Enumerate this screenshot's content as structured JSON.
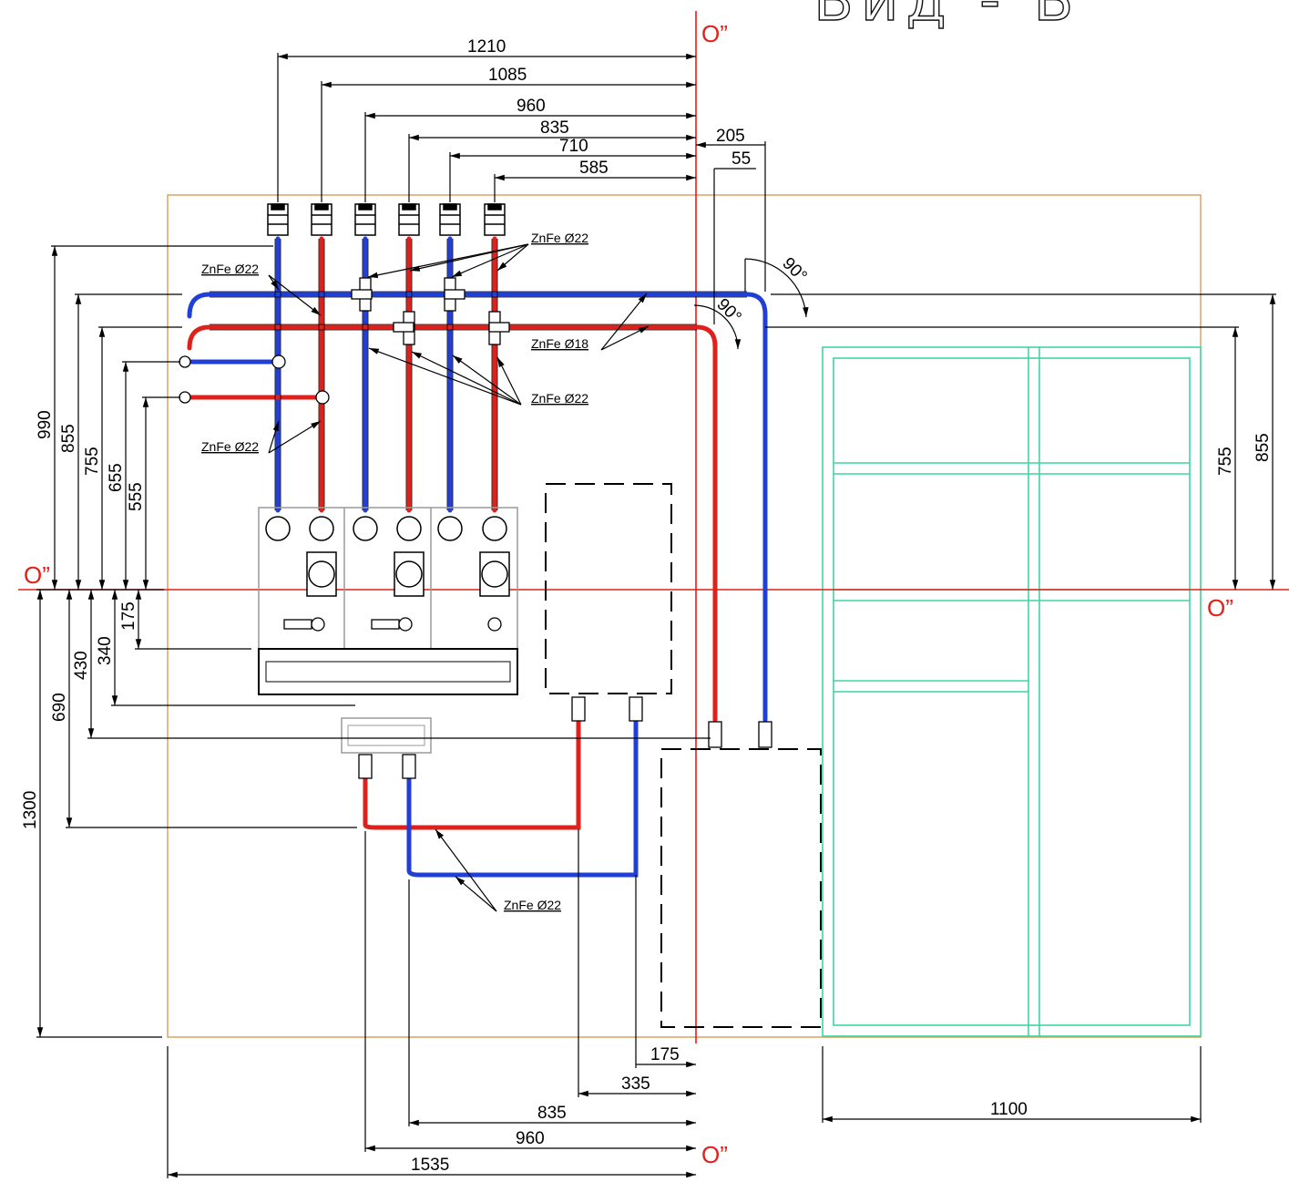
{
  "title": "Вид - Б",
  "axis_label": "O”",
  "dims_top": [
    "1210",
    "1085",
    "960",
    "835",
    "710",
    "585"
  ],
  "dims_top_right": [
    "205",
    "55"
  ],
  "angle_label": "90°",
  "dims_left": [
    "990",
    "855",
    "755",
    "655",
    "555"
  ],
  "dims_left_lower": [
    "175",
    "340",
    "430",
    "690",
    "1300"
  ],
  "dims_right": [
    "755",
    "855"
  ],
  "dims_bottom": [
    "175",
    "335",
    "835",
    "960",
    "1535"
  ],
  "dim_bottom_right": "1100",
  "pipe_labels": {
    "znfe22": "ZnFe Ø22",
    "znfe18": "ZnFe Ø18"
  },
  "colors": {
    "supply": "#e0201a",
    "return": "#1f3fd8",
    "axis": "#e0201a",
    "frame": "#d88a3a",
    "window": "#3ed6a0"
  }
}
